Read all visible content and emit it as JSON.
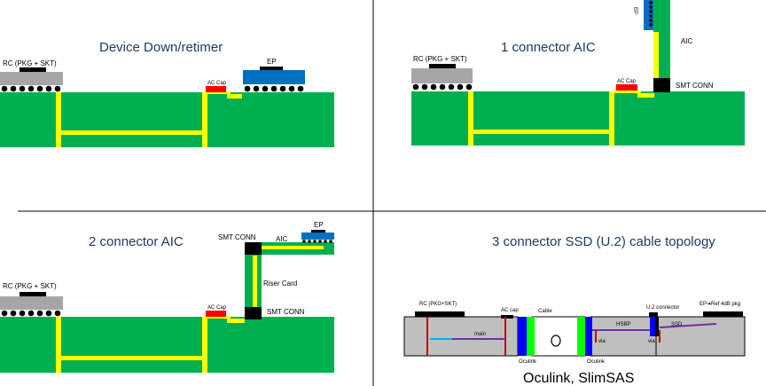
{
  "panels": {
    "device_down": {
      "title": "Device Down/retimer",
      "rc_label": "RC (PKG + SKT)",
      "ac_cap_label": "AC Cap",
      "ep_label": "EP"
    },
    "one_connector": {
      "title": "1 connector AIC",
      "rc_label": "RC (PKG + SKT)",
      "ac_cap_label": "AC Cap",
      "ep_label": "EP",
      "aic_label": "AIC",
      "smt_label": "SMT CONN"
    },
    "two_connector": {
      "title": "2 connector AIC",
      "rc_label": "RC (PKG + SKT)",
      "ac_cap_label": "AC Cap",
      "ep_label": "EP",
      "aic_label": "AIC",
      "smt_top_label": "SMT CONN",
      "smt_bottom_label": "SMT CONN",
      "riser_label": "Riser Card"
    },
    "three_connector": {
      "title": "3 connector SSD (U.2) cable topology",
      "rc_label": "RC (PKG+SKT)",
      "ac_cap_label": "AC cap",
      "cable_label": "Cable",
      "u2_label": "U.2 connector",
      "ep_label": "EP➔Ref 4dB pkg",
      "main_label": "main",
      "hsbp_label": "HSBP",
      "ssd_label": "SSD",
      "via_left_label": "via",
      "via_right_label": "via",
      "oculink_left_label": "Oculink",
      "oculink_right_label": "Oculink",
      "cable_loop_label": "O",
      "footer": "Oculink, SlimSAS"
    }
  },
  "colors": {
    "pcb_green": "#00b050",
    "trace_yellow": "#ffff00",
    "package_gray": "#a6a6a6",
    "ep_blue": "#0070c0",
    "ac_cap_red": "#ff0000",
    "connector_black": "#000000",
    "title_navy": "#1f3864",
    "cable_blue": "#0000ff",
    "cable_green": "#00ff00",
    "trace_purple": "#7030a0",
    "trace_cyan": "#00b0f0",
    "via_red": "#c00000",
    "board_gray": "#bfbfbf"
  },
  "icons": {
    "ball": "solder-ball-icon",
    "loop": "cable-loop-icon"
  }
}
